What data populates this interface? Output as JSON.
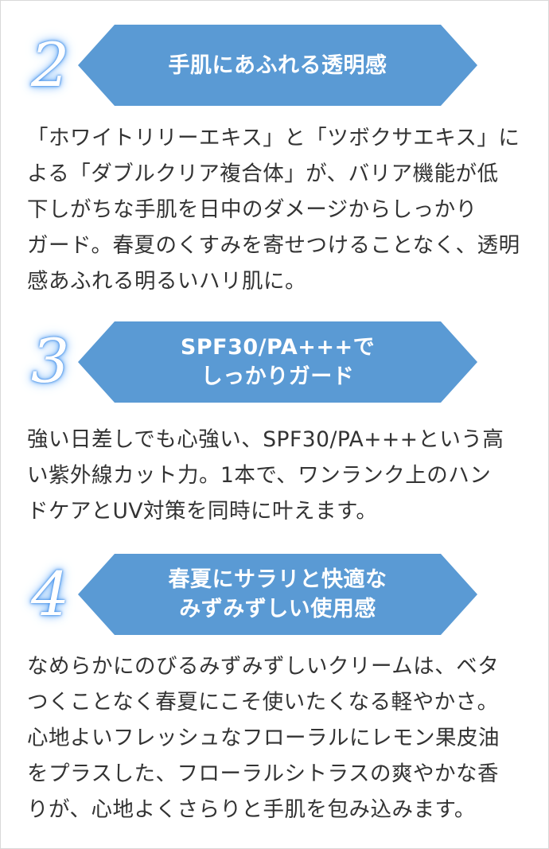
{
  "sections": [
    {
      "number": "2",
      "heading": "手肌にあふれる透明感",
      "body": "「ホワイトリリーエキス」と「ツボクサエキス」に\nよる「ダブルクリア複合体」が、バリア機能が低\n下しがちな手肌を日中のダメージからしっかり\nガード。春夏のくすみを寄せつけることなく、透明\n感あふれる明るいハリ肌に。"
    },
    {
      "number": "3",
      "heading": "SPF30/PA+++で\nしっかりガード",
      "body": "強い日差しでも心強い、SPF30/PA+++という高\nい紫外線カット力。1本で、ワンランク上のハン\nドケアとUV対策を同時に叶えます。"
    },
    {
      "number": "4",
      "heading": "春夏にサラリと快適な\nみずみずしい使用感",
      "body": "なめらかにのびるみずみずしいクリームは、ベタ\nつくことなく春夏にこそ使いたくなる軽やかさ。\n心地よいフレッシュなフローラルにレモン果皮油\nをプラスした、フローラルシトラスの爽やかな香\nりが、心地よくさらりと手肌を包み込みます。"
    }
  ],
  "colors": {
    "banner": "#5a9ad4",
    "number_glow": "#4f9af0",
    "body_text": "#333333"
  }
}
